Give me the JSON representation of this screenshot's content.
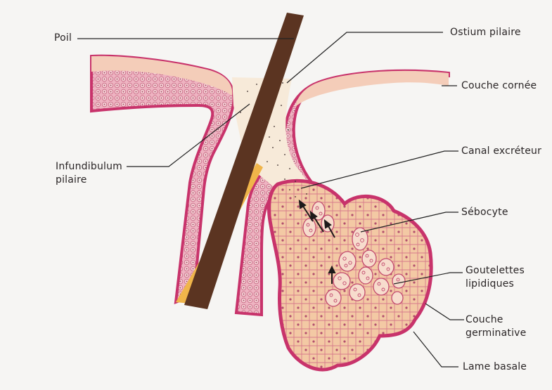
{
  "labels": {
    "poil": "Poil",
    "infundibulum_line1": "Infundibulum",
    "infundibulum_line2": "pilaire",
    "ostium": "Ostium pilaire",
    "couche_cornee": "Couche cornée",
    "canal": "Canal excréteur",
    "sebocyte": "Sébocyte",
    "goutelettes_line1": "Goutelettes",
    "goutelettes_line2": "lipidiques",
    "germinative_line1": "Couche",
    "germinative_line2": "germinative",
    "lame_basale": "Lame basale"
  },
  "colors": {
    "background": "#f6f5f3",
    "basement_membrane": "#c8336b",
    "epidermis_cells": "#e9a6b6",
    "cornified_layer": "#f4cdb9",
    "gland_cytoplasm": "#f2c7a0",
    "hair_shaft": "#5b3421",
    "hair_sheath": "#f0b54a",
    "sebum": "#3a2a2a",
    "leader_lines": "#222222"
  }
}
